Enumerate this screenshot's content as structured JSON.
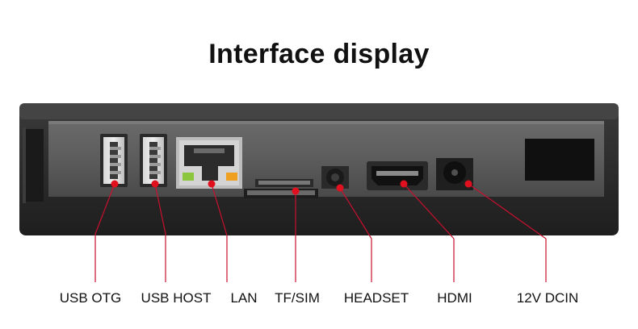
{
  "title": "Interface display",
  "ports": [
    {
      "id": "usb-otg",
      "label": "USB OTG"
    },
    {
      "id": "usb-host",
      "label": "USB HOST"
    },
    {
      "id": "lan",
      "label": "LAN"
    },
    {
      "id": "tf-sim",
      "label": "TF/SIM"
    },
    {
      "id": "headset",
      "label": "HEADSET"
    },
    {
      "id": "hdmi",
      "label": "HDMI"
    },
    {
      "id": "dc-in",
      "label": "12V DCIN"
    }
  ],
  "colors": {
    "leader_line": "#c8102e",
    "marker": "#e0101e",
    "panel": "#5a5a5a",
    "bezel": "#2b2b2b"
  }
}
